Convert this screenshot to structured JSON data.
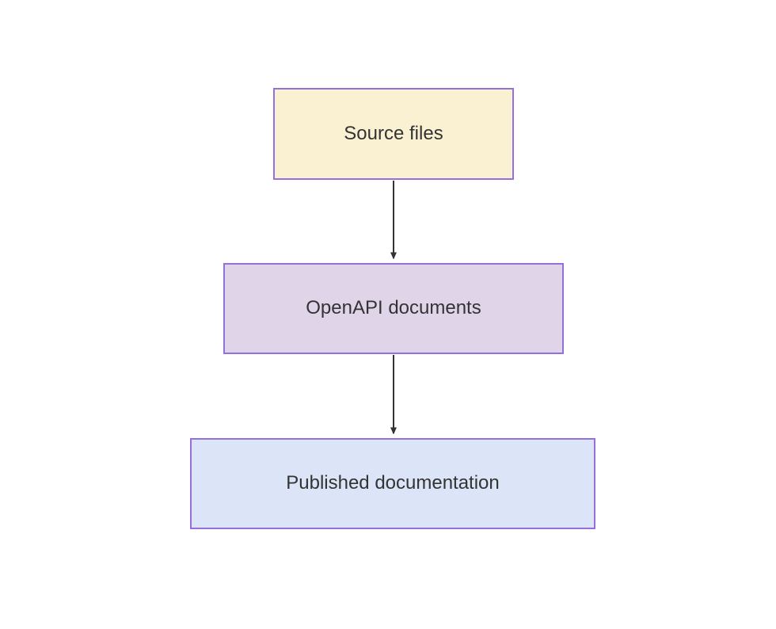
{
  "diagram": {
    "type": "flowchart",
    "direction": "top-down",
    "nodes": [
      {
        "id": "source",
        "label": "Source files",
        "fill": "#faf0d2",
        "border": "#9370db"
      },
      {
        "id": "openapi",
        "label": "OpenAPI documents",
        "fill": "#e0d5e8",
        "border": "#9370db"
      },
      {
        "id": "published",
        "label": "Published documentation",
        "fill": "#dbe5f7",
        "border": "#9370db"
      }
    ],
    "edges": [
      {
        "from": "source",
        "to": "openapi"
      },
      {
        "from": "openapi",
        "to": "published"
      }
    ],
    "colors": {
      "arrow": "#333333",
      "text": "#333333",
      "background": "#ffffff"
    }
  }
}
